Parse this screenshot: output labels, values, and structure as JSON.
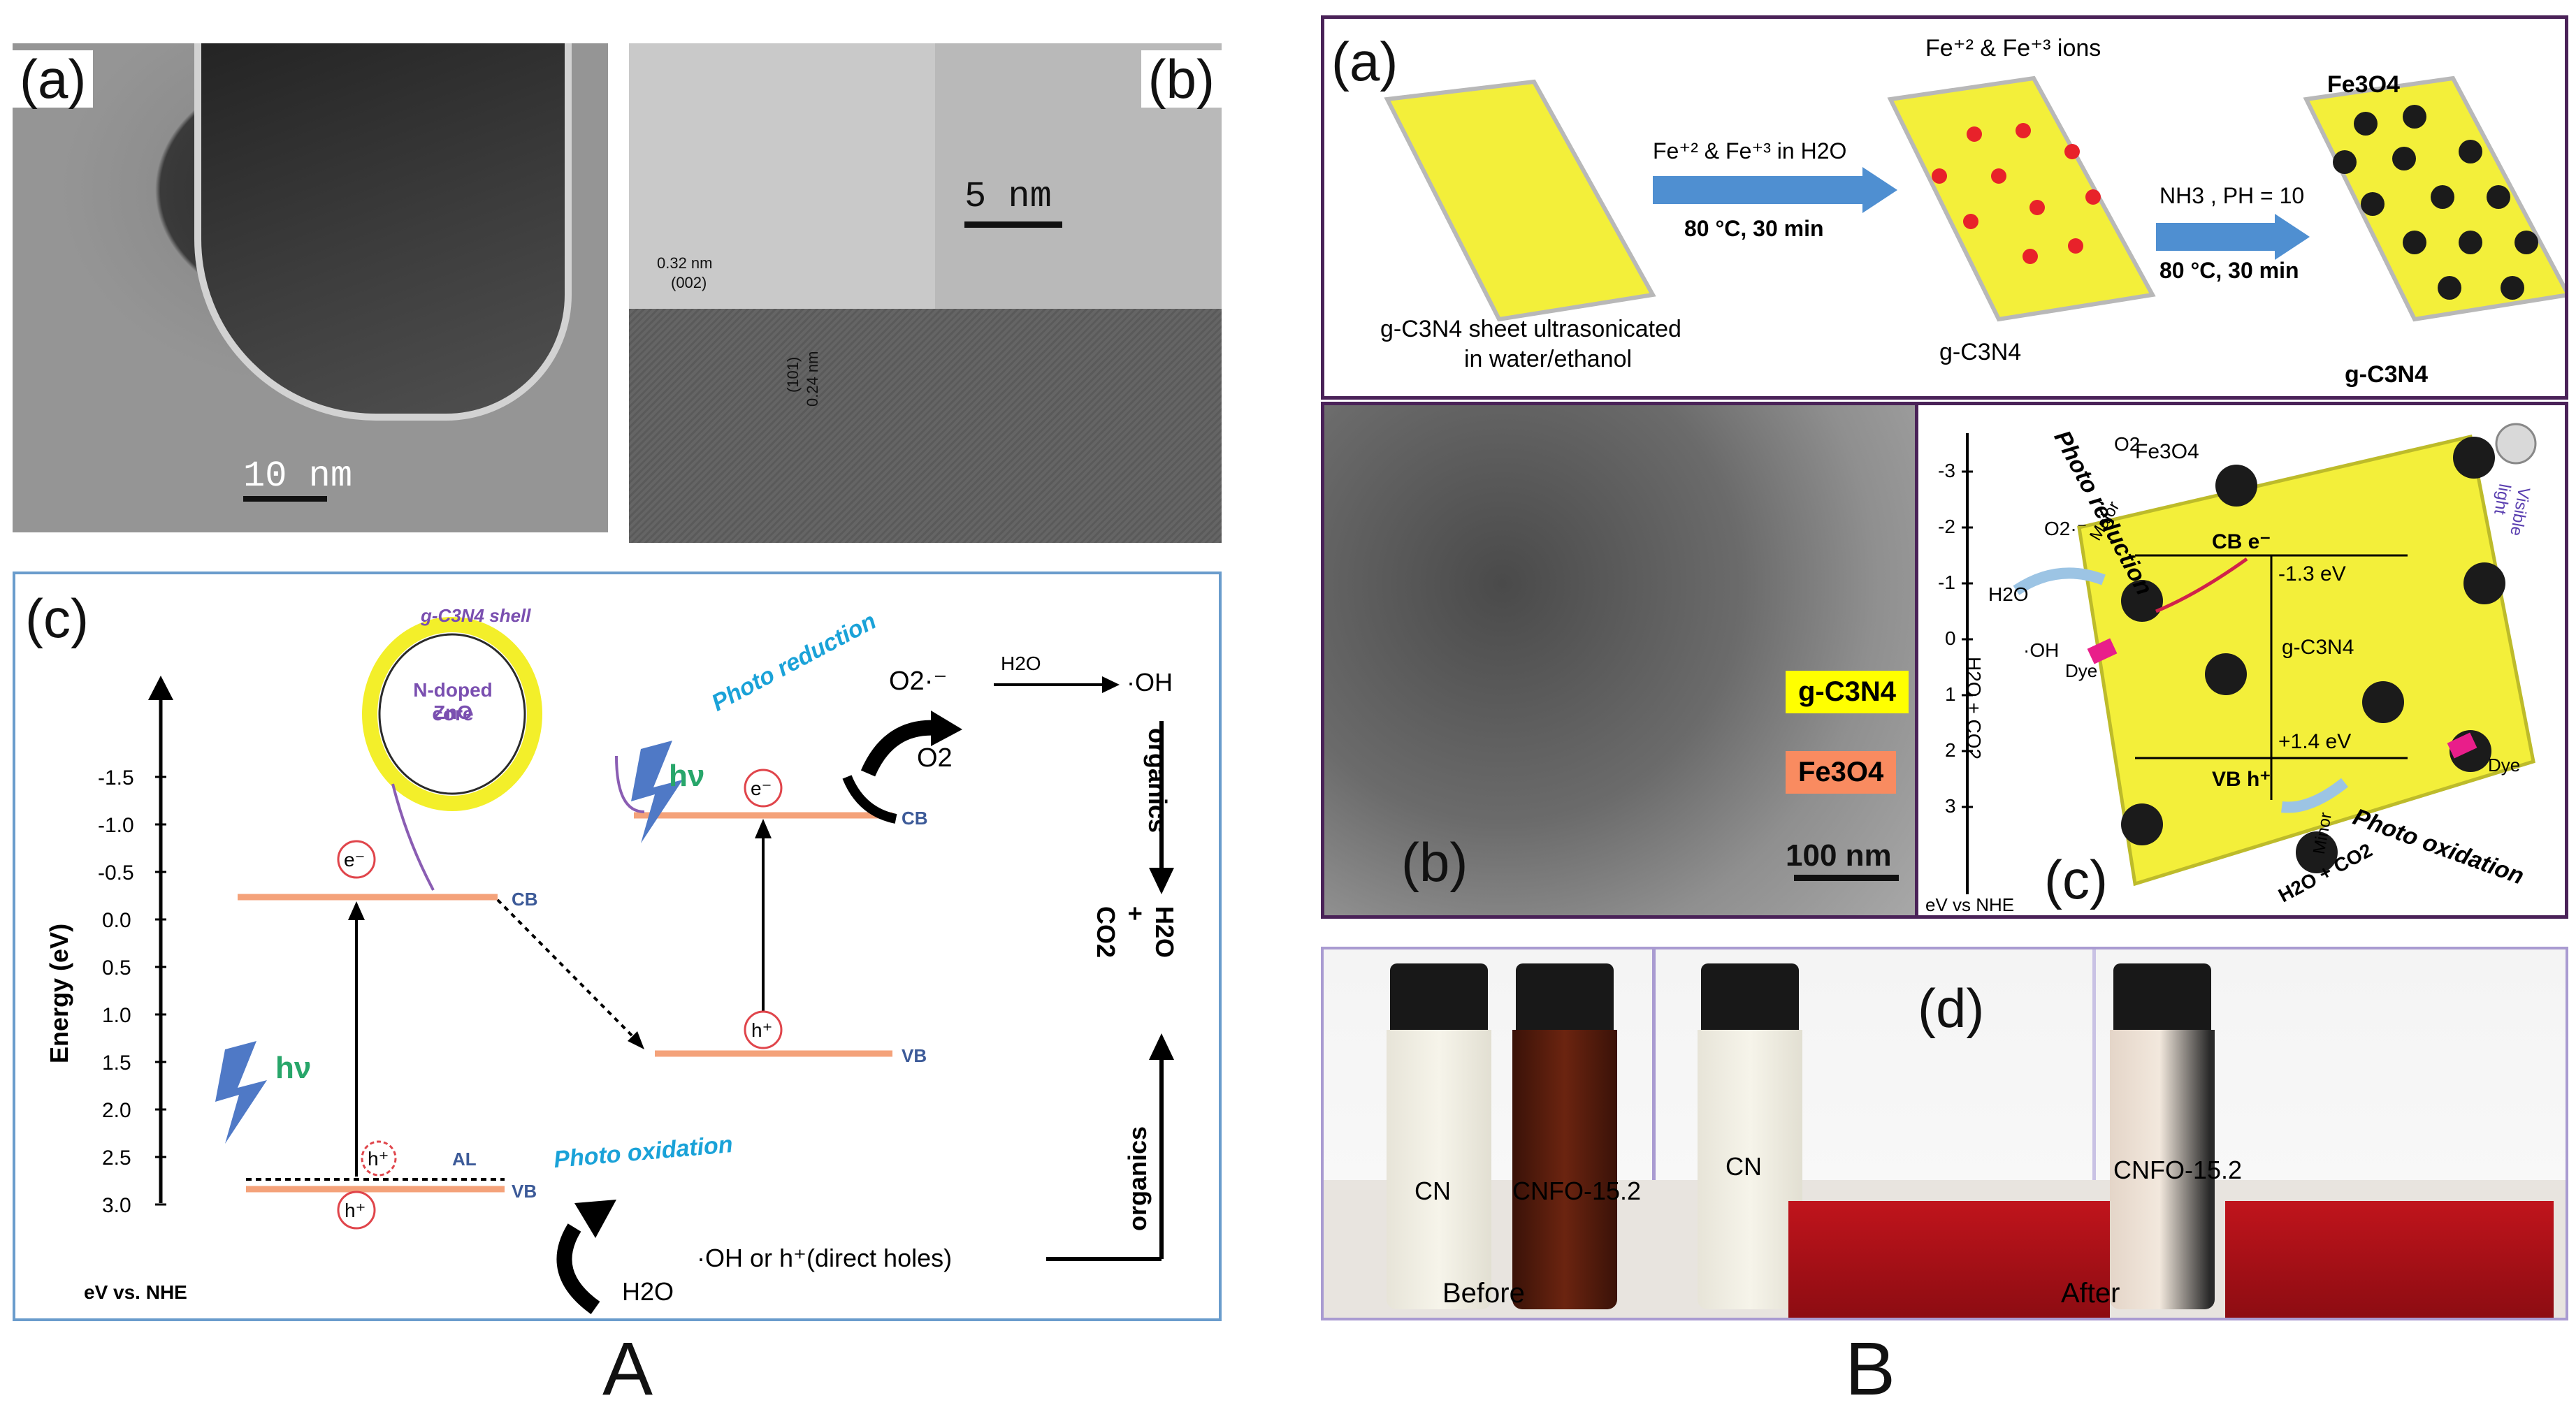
{
  "figure_A": {
    "caption": "A",
    "tem_a": {
      "label": "(a)",
      "scale": "10 nm"
    },
    "tem_b": {
      "label": "(b)",
      "scale": "5 nm",
      "spacing1": "0.32 nm",
      "plane1": "(002)",
      "spacing2": "0.24 nm",
      "plane2": "(101)"
    },
    "diagram_c": {
      "label": "(c)",
      "shell": "g-C3N4 shell",
      "core_line1": "N-doped ZnO",
      "core_line2": "core",
      "photo_reduction": "Photo reduction",
      "photo_oxidation": "Photo oxidation",
      "o2_radical": "O2·⁻",
      "o2": "O2",
      "h2o_top": "H2O",
      "oh_top": "·OH",
      "organics_top": "organics",
      "organics_bottom": "organics",
      "products": "H2O + CO2",
      "hv": "hν",
      "electron": "e⁻",
      "hole": "h⁺",
      "cb": "CB",
      "vb": "VB",
      "al": "AL",
      "oh_holes": "·OH or h⁺(direct holes)",
      "h2o_bottom": "H2O",
      "y_axis_label": "Energy (eV)",
      "ref": "eV vs. NHE",
      "ticks": [
        "-1.5",
        "-1.0",
        "-0.5",
        "0.0",
        "0.5",
        "1.0",
        "1.5",
        "2.0",
        "2.5",
        "3.0"
      ]
    }
  },
  "figure_B": {
    "caption": "B",
    "scheme_a": {
      "label": "(a)",
      "ions": "Fe⁺² & Fe⁺³ ions",
      "step1_line1": "Fe⁺² & Fe⁺³  in H2O",
      "step1_line2": "80 °C, 30 min",
      "step2_line1": "NH3 ,  PH = 10",
      "step2_line2": "80 °C, 30 min",
      "sheet_line1": "g-C3N4 sheet ultrasonicated",
      "sheet_line2": "in water/ethanol",
      "gcn_mid": "g-C3N4",
      "gcn_right": "g-C3N4",
      "fe3o4": "Fe3O4"
    },
    "tem_b": {
      "label": "(b)",
      "tag1": "g-C3N4",
      "tag2": "Fe3O4",
      "scale": "100 nm"
    },
    "mech_c": {
      "label": "(c)",
      "photo_reduction": "Photo reduction",
      "photo_oxidation": "Photo oxidation",
      "o2": "O2",
      "o2_radical": "O2·⁻",
      "h2o": "H2O",
      "oh": "·OH",
      "products_left": "H2O + CO2",
      "products_right": "H2O + CO2",
      "fe3o4": "Fe3O4",
      "major": "Major",
      "minor": "Minor",
      "cb": "CB  e⁻",
      "vb": "VB  h⁺",
      "cb_level": "-1.3 eV",
      "vb_level": "+1.4 eV",
      "gcn": "g-C3N4",
      "dye": "Dye",
      "visible": "Visible light",
      "ref": "eV vs NHE",
      "ticks": [
        "-3",
        "-2",
        "-1",
        "0",
        "1",
        "2",
        "3"
      ]
    },
    "photo_d": {
      "label": "(d)",
      "cn": "CN",
      "cnfo": "CNFO-15.2",
      "before": "Before",
      "after": "After"
    }
  },
  "colors": {
    "sheet_yellow": "#f3ef3a",
    "arrow_blue": "#4f8fd1",
    "band_orange": "#f4a27a",
    "frame_purple": "#4a2258",
    "tag_yellow": "#ffff00",
    "tag_orange": "#f98b60"
  }
}
